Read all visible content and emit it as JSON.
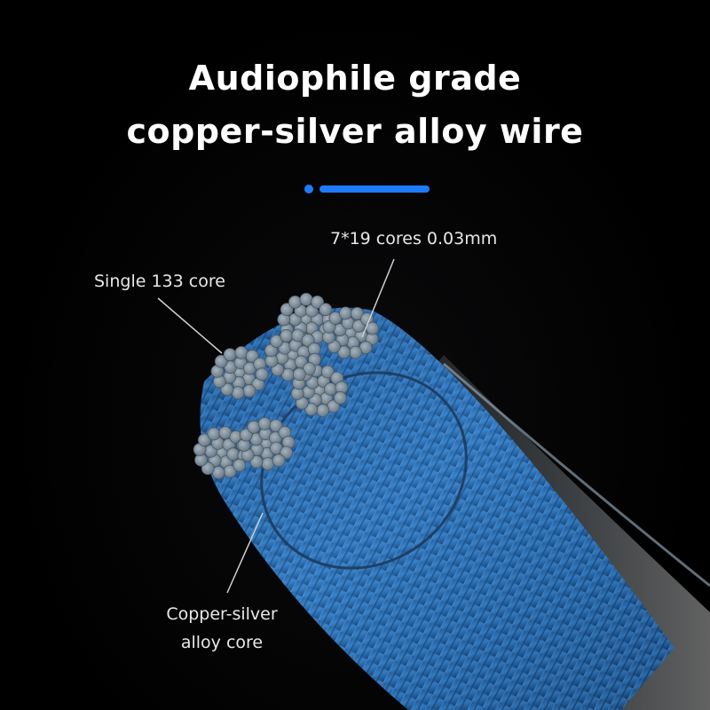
{
  "heading": {
    "line1": "Audiophile grade",
    "line2": "copper-silver alloy wire"
  },
  "accent_color": "#1e7bff",
  "callouts": {
    "cores": "7*19 cores 0.03mm",
    "single": "Single 133 core",
    "alloy_line1": "Copper-silver",
    "alloy_line2": "alloy core"
  },
  "colors": {
    "strand_blue": "#2f6fb5",
    "strand_light": "#6fa8e0",
    "core_grey": "#7f8e9a",
    "sheath": "#d8e4ee"
  }
}
